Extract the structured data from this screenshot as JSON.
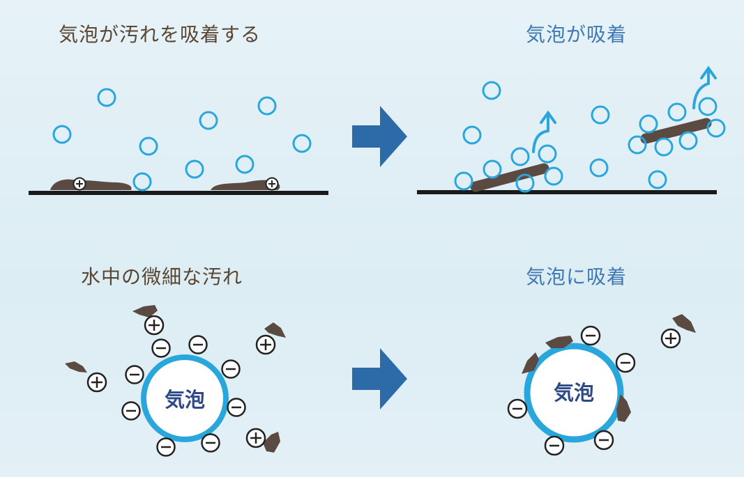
{
  "panels": {
    "top_left": {
      "heading": "気泡が汚れを吸着する"
    },
    "top_right": {
      "heading": "気泡が吸着"
    },
    "bottom_left": {
      "heading": "水中の微細な汚れ",
      "bubble_label": "気泡"
    },
    "bottom_right": {
      "heading": "気泡に吸着",
      "bubble_label": "気泡"
    }
  },
  "symbols": {
    "plus": "+",
    "minus": "−"
  },
  "icons": [
    "arrow-right-icon",
    "arrow-up-icon",
    "plus-charge-icon",
    "minus-charge-icon"
  ],
  "colors": {
    "bubble": "#29a6dc",
    "dirt": "#5a4a42",
    "arrow": "#2c6aa8",
    "heading_brown": "#5a4632",
    "heading_blue": "#3f78b3",
    "ground": "#1a1a1a"
  }
}
